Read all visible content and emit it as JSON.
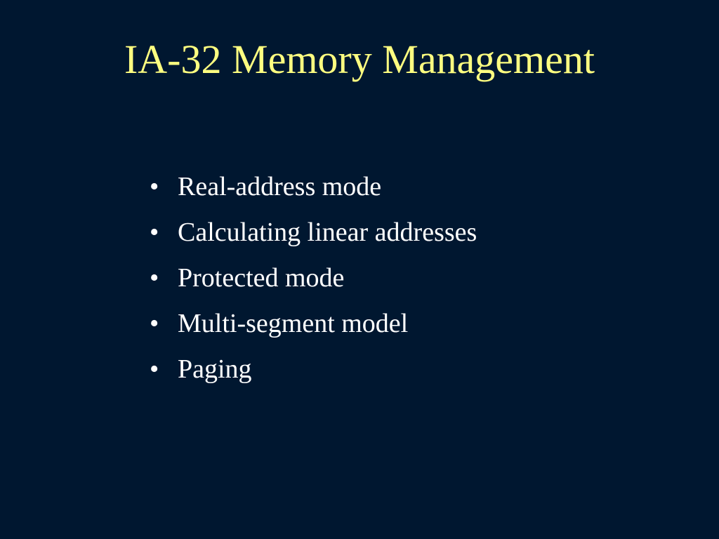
{
  "slide": {
    "title": "IA-32 Memory Management",
    "bullet_marker": "•",
    "bullets": [
      "Real-address mode",
      "Calculating linear addresses",
      "Protected mode",
      "Multi-segment model",
      "Paging"
    ]
  },
  "colors": {
    "background": "#001730",
    "title": "#FFFF80",
    "body_text": "#FFFFFF"
  }
}
